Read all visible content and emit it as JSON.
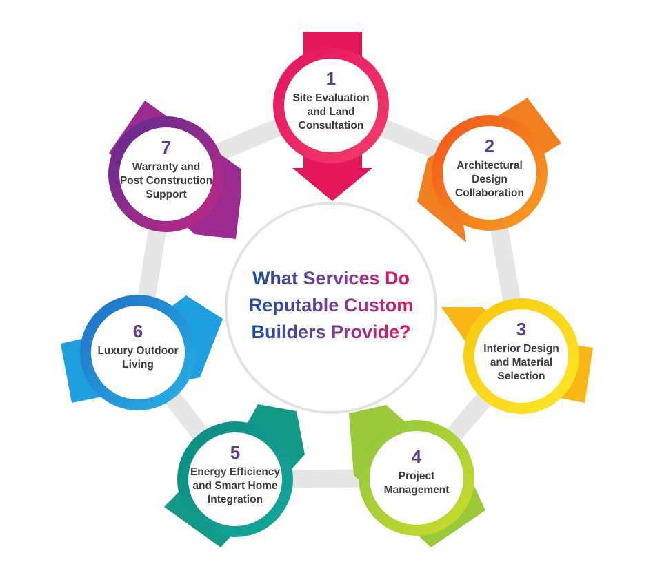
{
  "center": {
    "lines": [
      "What Services Do",
      "Reputable Custom",
      "Builders Provide?"
    ]
  },
  "steps": [
    {
      "number": "1",
      "lines": [
        "Site Evaluation",
        "and Land",
        "Consultation"
      ],
      "color_a": "#e5145d",
      "color_b": "#f23c6b",
      "arrow_color": "#e6185c"
    },
    {
      "number": "2",
      "lines": [
        "Architectural",
        "Design",
        "Collaboration"
      ],
      "color_a": "#f0531c",
      "color_b": "#f9a01e",
      "arrow_color": "#f27f1e"
    },
    {
      "number": "3",
      "lines": [
        "Interior Design",
        "and Material",
        "Selection"
      ],
      "color_a": "#f7c80e",
      "color_b": "#fde826",
      "arrow_color": "#f9b715"
    },
    {
      "number": "4",
      "lines": [
        "Project",
        "Management"
      ],
      "color_a": "#8cc63f",
      "color_b": "#cddc28",
      "arrow_color": "#9ac93a"
    },
    {
      "number": "5",
      "lines": [
        "Energy Efficiency",
        "and Smart Home",
        "Integration"
      ],
      "color_a": "#0f8a7e",
      "color_b": "#13a89a",
      "arrow_color": "#129a86"
    },
    {
      "number": "6",
      "lines": [
        "Luxury Outdoor",
        "Living"
      ],
      "color_a": "#1f6ec3",
      "color_b": "#27b3e8",
      "arrow_color": "#1d9fe0"
    },
    {
      "number": "7",
      "lines": [
        "Warranty and",
        "Post Construction",
        "Support"
      ],
      "color_a": "#5a2c8f",
      "color_b": "#c42a87",
      "arrow_color": "#9c2b8f"
    }
  ],
  "colors": {
    "ring": "#e6e6e6",
    "center_gradient_start": "#1d4fa0",
    "center_gradient_mid": "#7a3d99",
    "center_gradient_end": "#e5145d",
    "text": "#3c3c3c",
    "number": "#5b3f8a"
  }
}
